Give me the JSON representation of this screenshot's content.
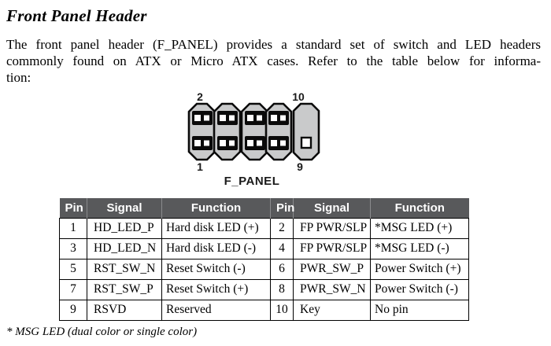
{
  "title": "Front Panel Header",
  "paragraph": {
    "line1": "The front panel header (F_PANEL) provides a standard set of switch and LED headers",
    "line2": "commonly found on ATX or Micro ATX cases. Refer to the table below for informa-",
    "line3": "tion:"
  },
  "diagram": {
    "label": "F_PANEL",
    "pin_top_left": "2",
    "pin_top_right": "10",
    "pin_bottom_left": "1",
    "pin_bottom_right": "9",
    "capsule_fill": "#c9cacb",
    "outline_color": "#0a0a0a"
  },
  "table": {
    "header_bg": "#58595b",
    "headers": [
      "Pin",
      "Signal",
      "Function",
      "Pin",
      "Signal",
      "Function"
    ],
    "rows": [
      [
        "1",
        "HD_LED_P",
        "Hard disk LED (+)",
        "2",
        "FP PWR/SLP",
        "*MSG LED (+)"
      ],
      [
        "3",
        "HD_LED_N",
        "Hard disk LED (-)",
        "4",
        "FP PWR/SLP",
        "*MSG LED (-)"
      ],
      [
        "5",
        "RST_SW_N",
        "Reset Switch (-)",
        "6",
        "PWR_SW_P",
        "Power Switch (+)"
      ],
      [
        "7",
        "RST_SW_P",
        "Reset Switch (+)",
        "8",
        "PWR_SW_N",
        "Power Switch (-)"
      ],
      [
        "9",
        "RSVD",
        "Reserved",
        "10",
        "Key",
        "No pin"
      ]
    ]
  },
  "footnote": "* MSG LED (dual color or single color)"
}
